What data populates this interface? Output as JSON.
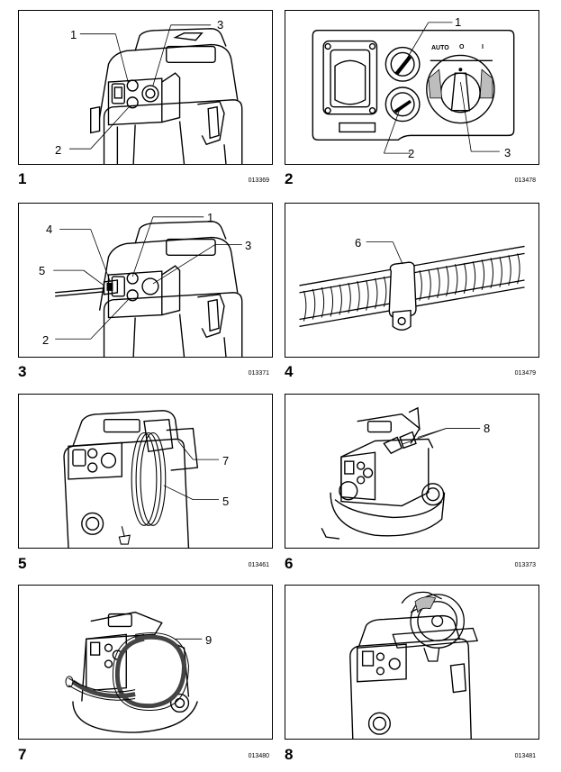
{
  "figures": [
    {
      "number": "1",
      "code": "013369",
      "callouts": [
        "1",
        "2",
        "3"
      ]
    },
    {
      "number": "2",
      "code": "013478",
      "callouts": [
        "1",
        "2",
        "3"
      ],
      "switch_labels": [
        "AUTO",
        "O",
        "I"
      ]
    },
    {
      "number": "3",
      "code": "013371",
      "callouts": [
        "1",
        "2",
        "3",
        "4",
        "5"
      ]
    },
    {
      "number": "4",
      "code": "013479",
      "callouts": [
        "6"
      ]
    },
    {
      "number": "5",
      "code": "013461",
      "callouts": [
        "7",
        "5"
      ]
    },
    {
      "number": "6",
      "code": "013373",
      "callouts": [
        "8"
      ]
    },
    {
      "number": "7",
      "code": "013480",
      "callouts": [
        "9"
      ]
    },
    {
      "number": "8",
      "code": "013481",
      "callouts": []
    }
  ]
}
